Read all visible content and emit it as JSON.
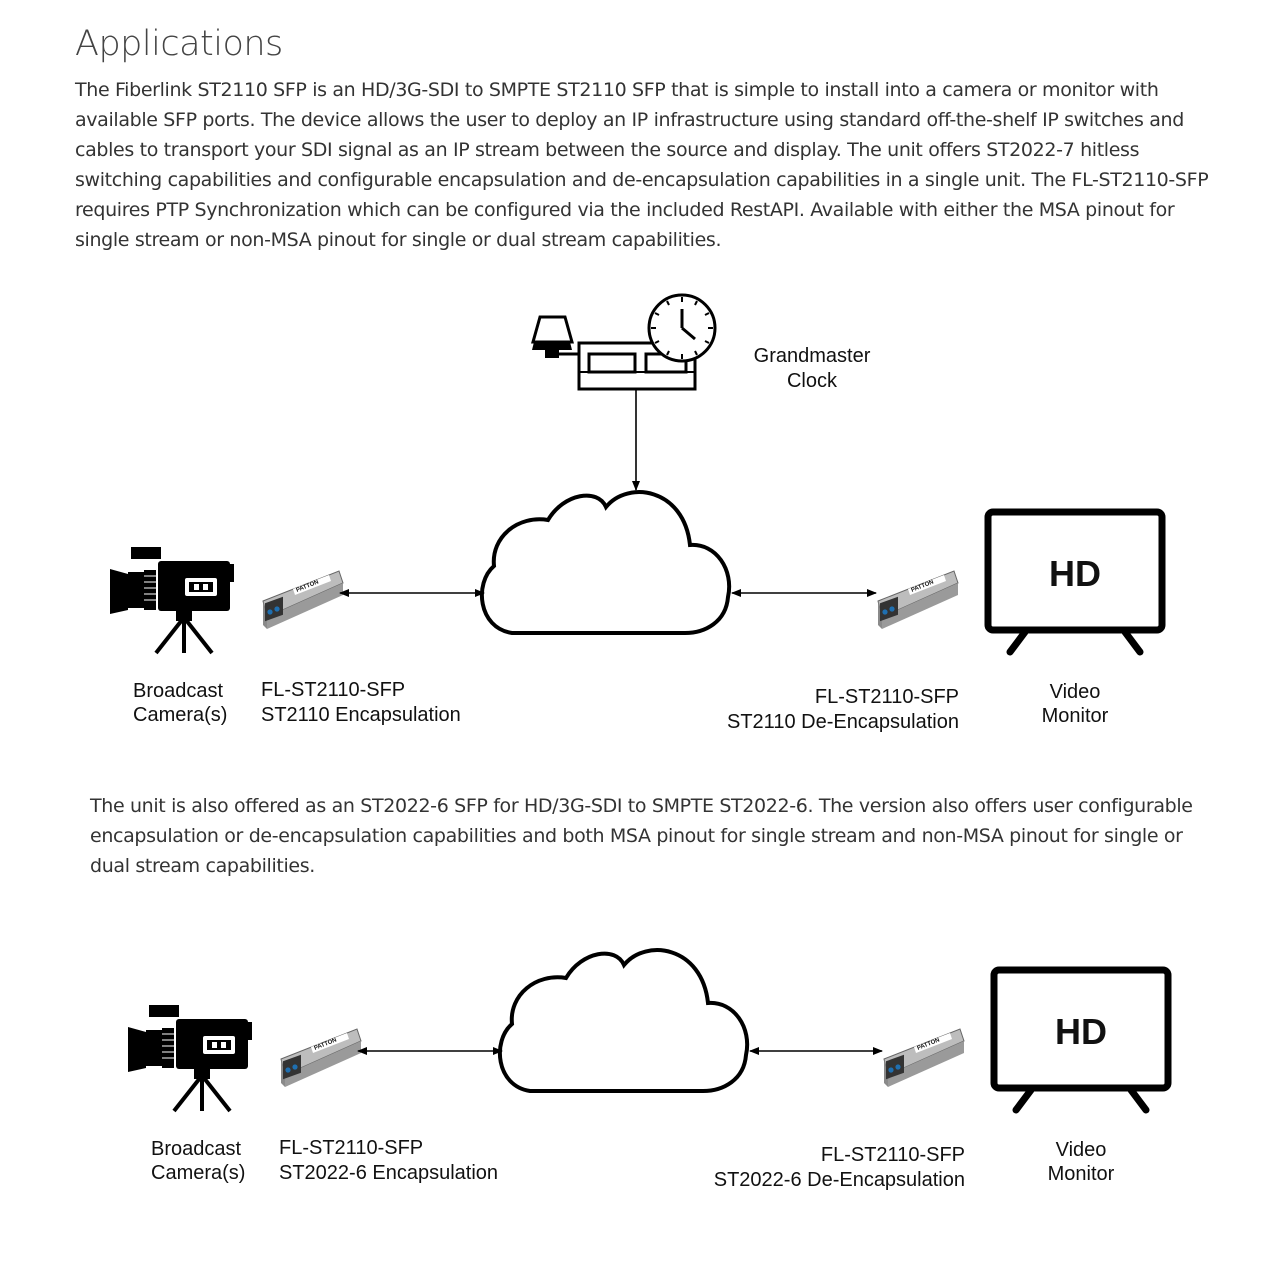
{
  "section": {
    "title": "Applications"
  },
  "intro": "The Fiberlink ST2110 SFP is an HD/3G-SDI to SMPTE ST2110 SFP that is simple to install into a camera or monitor with available SFP ports.  The device allows the user to deploy an IP infrastructure using standard off-the-shelf IP switches and cables to transport your SDI signal as an IP stream between the source and display.  The unit offers ST2022-7 hitless switching capabilities and configurable encapsulation and de-encapsulation capabilities in a single unit.  The FL-ST2110-SFP requires PTP Synchronization which can be configured via the included RestAPI.  Available with either the MSA pinout for single stream or non-MSA pinout for single or dual stream capabilities.",
  "second_paragraph": "The unit is also offered as an ST2022-6 SFP for HD/3G-SDI to SMPTE ST2022-6.  The version also offers user configurable encapsulation or de-encapsulation capabilities and both MSA pinout for single stream and non-MSA pinout for single or dual stream capabilities.",
  "diagram1": {
    "clock_label": [
      "Grandmaster",
      "Clock"
    ],
    "camera_label": [
      "Broadcast",
      "Camera(s)"
    ],
    "tx_label": [
      "FL-ST2110-SFP",
      "ST2110 Encapsulation"
    ],
    "rx_label": [
      "FL-ST2110-SFP",
      "ST2110 De-Encapsulation"
    ],
    "monitor_label": [
      "Video",
      "Monitor"
    ],
    "monitor_text": "HD",
    "sfp_brand": "PATTON"
  },
  "diagram2": {
    "camera_label": [
      "Broadcast",
      "Camera(s)"
    ],
    "tx_label": [
      "FL-ST2110-SFP",
      "ST2022-6 Encapsulation"
    ],
    "rx_label": [
      "FL-ST2110-SFP",
      "ST2022-6 De-Encapsulation"
    ],
    "monitor_label": [
      "Video",
      "Monitor"
    ],
    "monitor_text": "HD",
    "sfp_brand": "PATTON"
  }
}
